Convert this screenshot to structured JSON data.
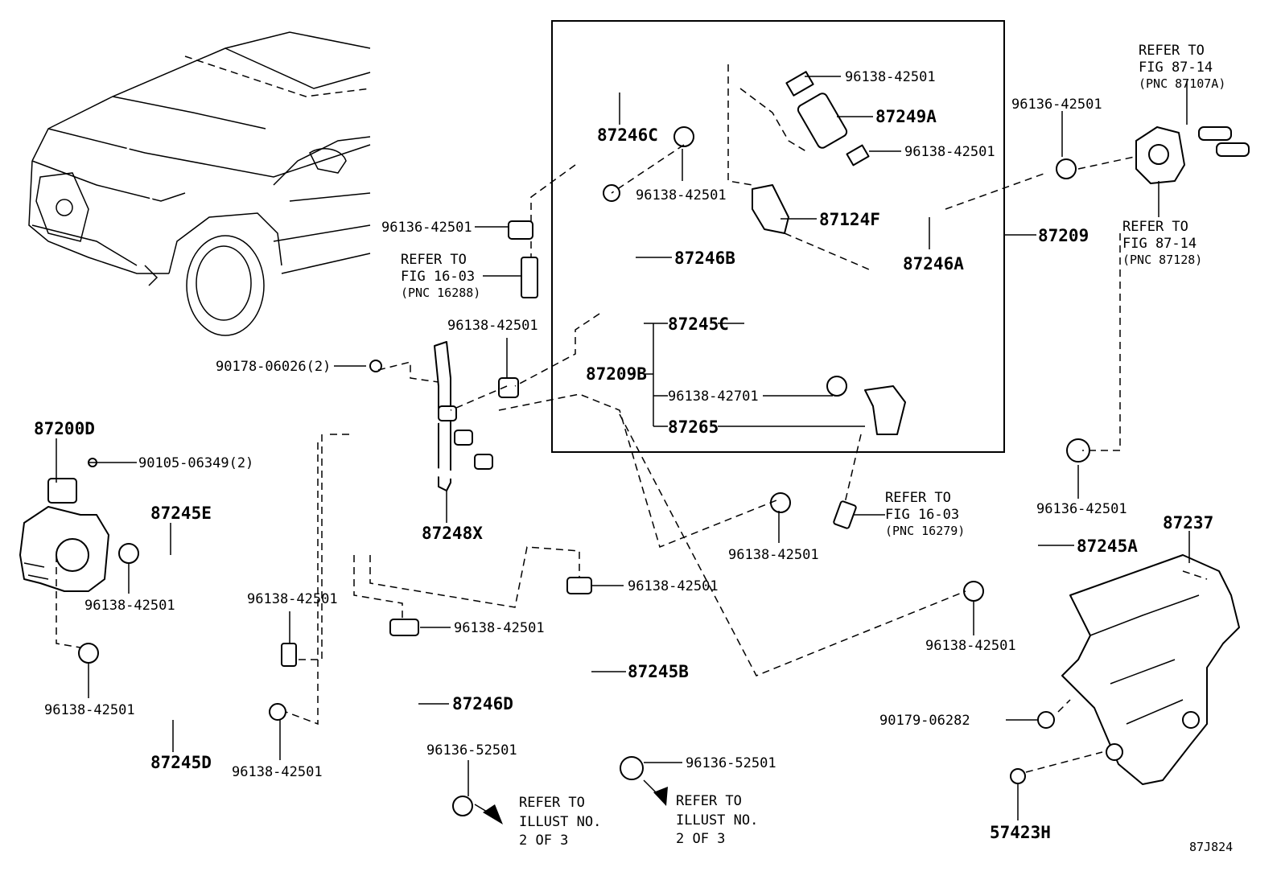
{
  "diagram_id": "87J824",
  "labels": {
    "p87200D": "87200D",
    "p90105": "90105-06349(2)",
    "p87245E": "87245E",
    "p96138_a": "96138-42501",
    "p96138_b": "96138-42501",
    "p87245D": "87245D",
    "p96138_c": "96138-42501",
    "p96138_d": "96138-42501",
    "p90178": "90178-06026(2)",
    "p96138_e": "96138-42501",
    "p96136_top": "96136-42501",
    "p87248X": "87248X",
    "p96138_f": "96138-42501",
    "p87246D": "87246D",
    "p96136_52501_a": "96136-52501",
    "p96138_g": "96138-42501",
    "p87245B": "87245B",
    "p96136_52501_b": "96136-52501",
    "p87246C": "87246C",
    "p96138_h": "96138-42501",
    "p87246B": "87246B",
    "p96138_top": "96138-42501",
    "p87249A": "87249A",
    "p96138_i": "96138-42501",
    "p87124F": "87124F",
    "p87246A": "87246A",
    "p87209": "87209",
    "p87245C": "87245C",
    "p87209B": "87209B",
    "p96138_42701": "96138-42701",
    "p87265": "87265",
    "p96138_j": "96138-42501",
    "p96136_right": "96136-42501",
    "p96136_right2": "96136-42501",
    "p87245A": "87245A",
    "p96138_k": "96138-42501",
    "p87237": "87237",
    "p90179": "90179-06282",
    "p57423H": "57423H"
  },
  "refs": {
    "fig1603_a": {
      "line1": "REFER TO",
      "line2": "FIG 16-03",
      "line3": "(PNC 16288)"
    },
    "fig1603_b": {
      "line1": "REFER TO",
      "line2": "FIG 16-03",
      "line3": "(PNC 16279)"
    },
    "fig8714_a": {
      "line1": "REFER TO",
      "line2": "FIG 87-14",
      "line3": "(PNC 87107A)"
    },
    "fig8714_b": {
      "line1": "REFER TO",
      "line2": "FIG 87-14",
      "line3": "(PNC 87128)"
    },
    "illust_a": {
      "line1": "REFER TO",
      "line2": "ILLUST NO.",
      "line3": "2 OF 3"
    },
    "illust_b": {
      "line1": "REFER TO",
      "line2": "ILLUST NO.",
      "line3": "2 OF 3"
    }
  }
}
